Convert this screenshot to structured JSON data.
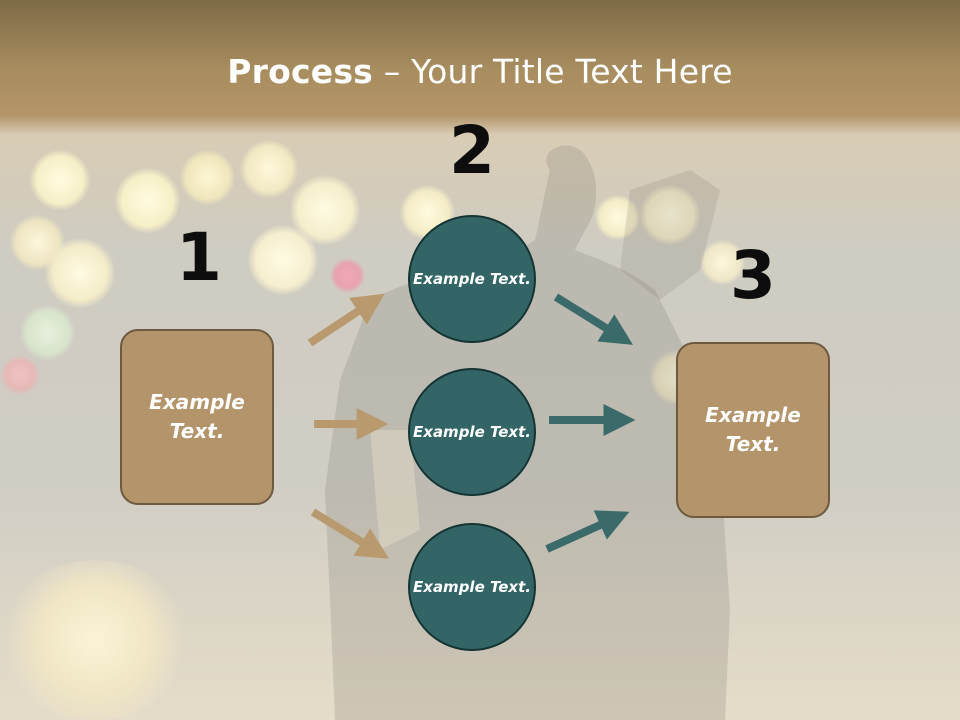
{
  "slide": {
    "title_bold": "Process",
    "title_rest": " – Your Title Text Here"
  },
  "diagram": {
    "steps": [
      {
        "number": "1",
        "label": "Example Text."
      },
      {
        "number": "2",
        "label": ""
      },
      {
        "number": "3",
        "label": "Example Text."
      }
    ],
    "middle_nodes": [
      {
        "label": "Example Text."
      },
      {
        "label": "Example Text."
      },
      {
        "label": "Example Text."
      }
    ],
    "colors": {
      "box_fill": "#b4946a",
      "box_border": "#6e5a3f",
      "circle_fill": "#346566",
      "circle_border": "#153434",
      "arrow_tan": "#b89a6e",
      "arrow_teal": "#3a6a6a",
      "number_text": "#0d0d0d",
      "title_text": "#ffffff"
    }
  }
}
